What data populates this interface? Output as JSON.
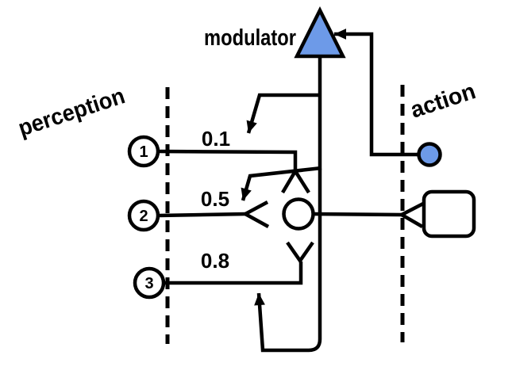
{
  "diagram": {
    "title": "modulator",
    "regions": {
      "left_label": "perception",
      "right_label": "action"
    },
    "inputs": [
      {
        "id": "1",
        "weight": "0.1"
      },
      {
        "id": "2",
        "weight": "0.5"
      },
      {
        "id": "3",
        "weight": "0.8"
      }
    ],
    "colors": {
      "accent_blue": "#6d9ae8",
      "line": "#000000",
      "background": "#ffffff"
    }
  }
}
